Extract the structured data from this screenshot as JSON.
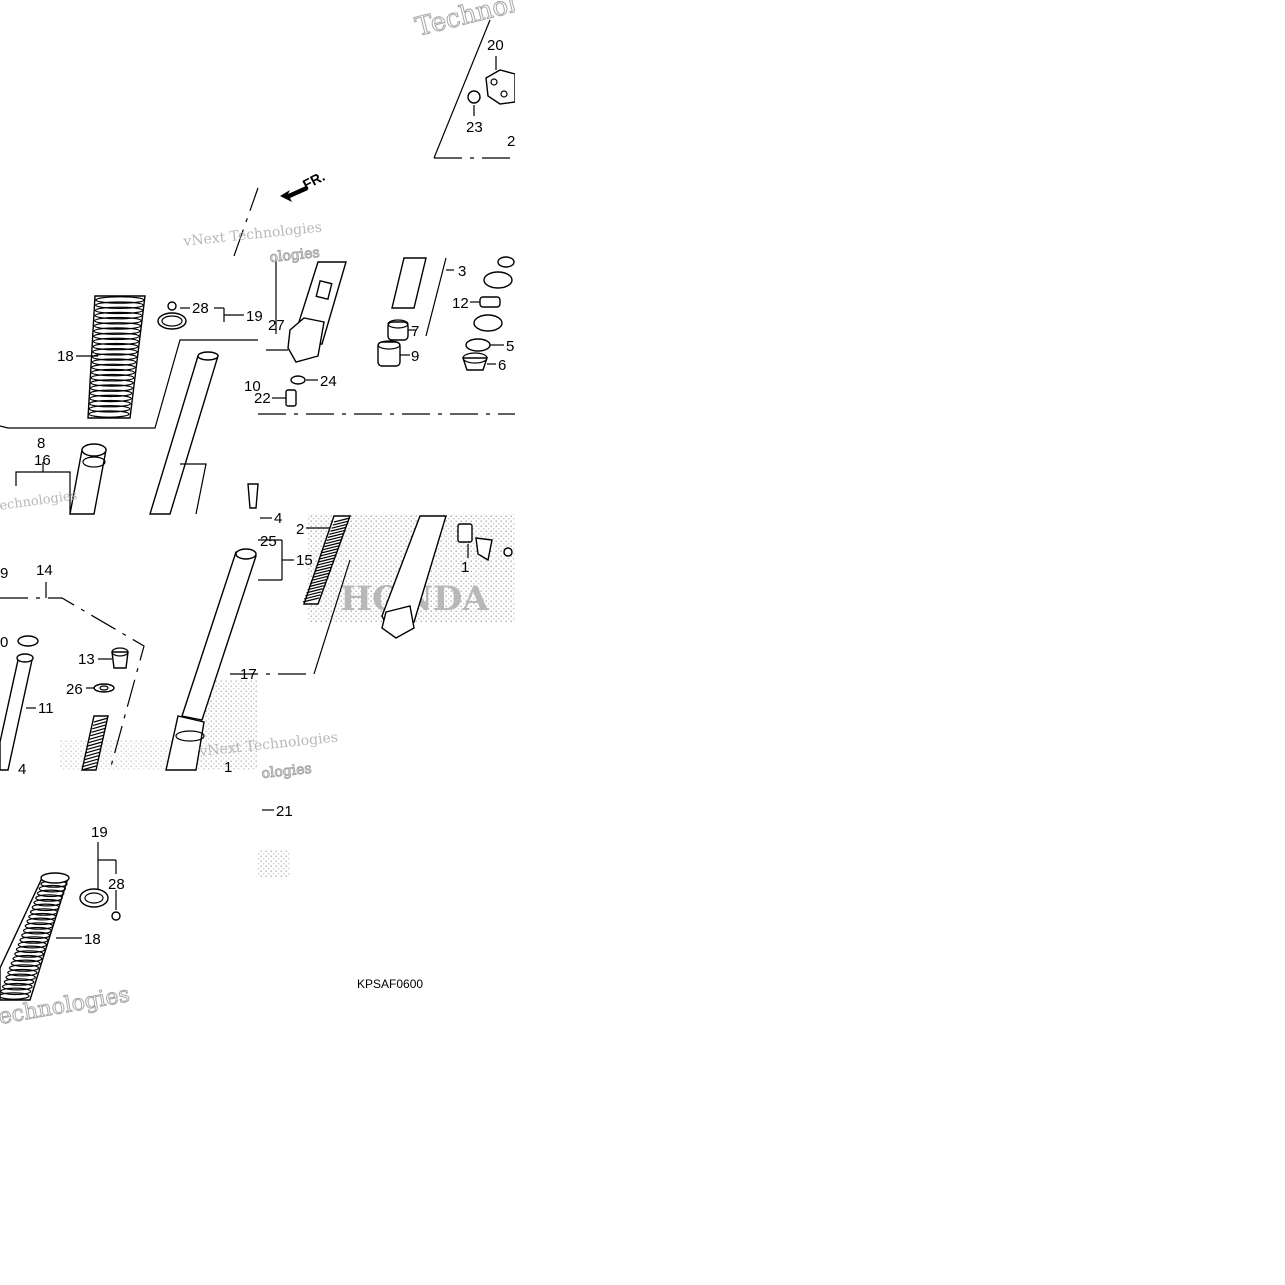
{
  "diagram": {
    "drawing_code": "KPSAF0600",
    "front_indicator": "FR.",
    "watermarks": {
      "line_a": "vNext Technologies",
      "line_b": "Technologies",
      "line_c": "echnologies",
      "line_d": "ologies"
    },
    "callouts": [
      {
        "key": "c20",
        "label": "20"
      },
      {
        "key": "c23",
        "label": "23"
      },
      {
        "key": "c2_top",
        "label": "2"
      },
      {
        "key": "c28_top",
        "label": "28"
      },
      {
        "key": "c19_top",
        "label": "19"
      },
      {
        "key": "c18_top",
        "label": "18"
      },
      {
        "key": "c27",
        "label": "27"
      },
      {
        "key": "c3",
        "label": "3"
      },
      {
        "key": "c12",
        "label": "12"
      },
      {
        "key": "c7",
        "label": "7"
      },
      {
        "key": "c9",
        "label": "9"
      },
      {
        "key": "c5",
        "label": "5"
      },
      {
        "key": "c6",
        "label": "6"
      },
      {
        "key": "c24",
        "label": "24"
      },
      {
        "key": "c10",
        "label": "10"
      },
      {
        "key": "c22",
        "label": "22"
      },
      {
        "key": "c8",
        "label": "8"
      },
      {
        "key": "c16",
        "label": "16"
      },
      {
        "key": "c4_upper",
        "label": "4"
      },
      {
        "key": "c2_mid",
        "label": "2"
      },
      {
        "key": "c25",
        "label": "25"
      },
      {
        "key": "c15",
        "label": "15"
      },
      {
        "key": "c1_right",
        "label": "1"
      },
      {
        "key": "c9_left",
        "label": "9"
      },
      {
        "key": "c14",
        "label": "14"
      },
      {
        "key": "c10_left",
        "label": "0"
      },
      {
        "key": "c13",
        "label": "13"
      },
      {
        "key": "c26",
        "label": "26"
      },
      {
        "key": "c11",
        "label": "11"
      },
      {
        "key": "c4_lower",
        "label": "4"
      },
      {
        "key": "c17",
        "label": "17"
      },
      {
        "key": "c1_lower",
        "label": "1"
      },
      {
        "key": "c21",
        "label": "21"
      },
      {
        "key": "c19_bottom",
        "label": "19"
      },
      {
        "key": "c28_bottom",
        "label": "28"
      },
      {
        "key": "c18_bottom",
        "label": "18"
      }
    ]
  }
}
